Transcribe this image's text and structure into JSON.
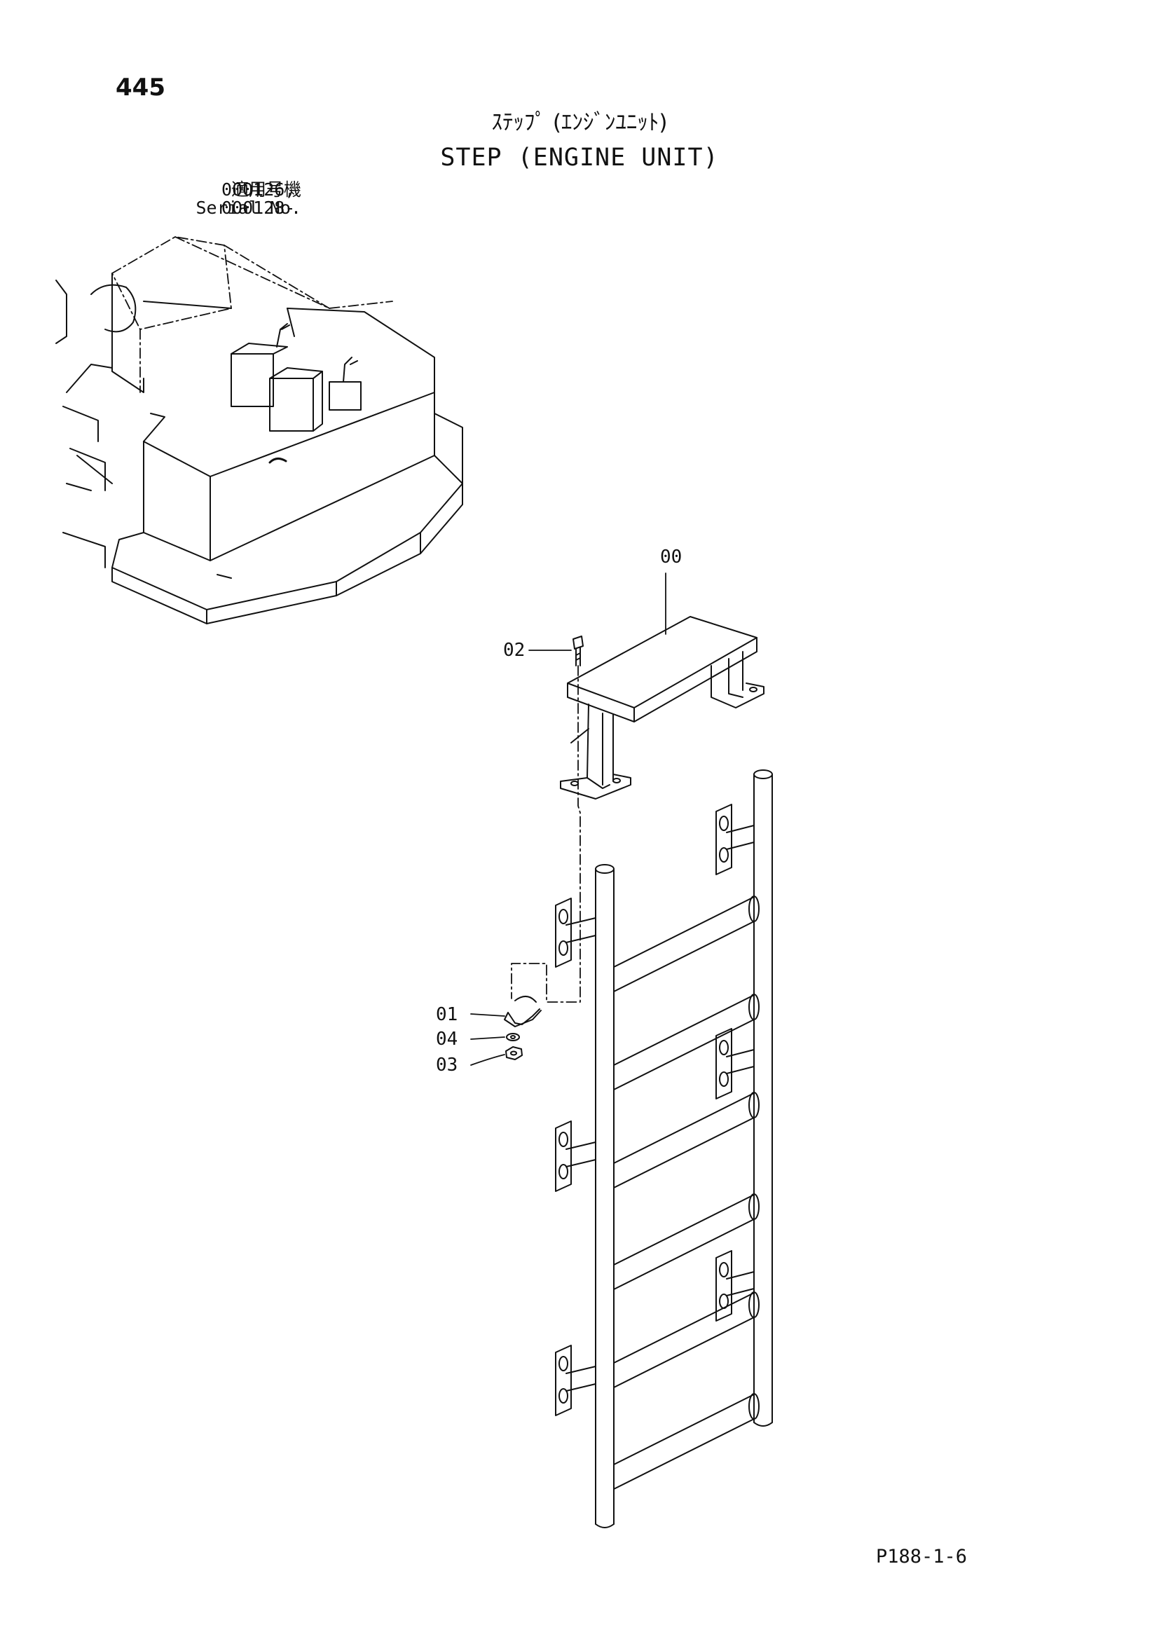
{
  "page_number": "445",
  "title_jp": "ｽﾃｯﾌﾟ (ｴﾝｼﾞﾝﾕﾆｯﾄ)",
  "title_en": "STEP (ENGINE UNIT)",
  "serial": {
    "label_jp": "適用号機",
    "label_en": "Serial No.",
    "values": [
      "000126,",
      "000128-"
    ]
  },
  "callouts": [
    "00",
    "02",
    "01",
    "04",
    "03"
  ],
  "doc_code": "P188-1-6",
  "icons": [
    "engine-unit-overview-illustration",
    "step-platform-illustration",
    "ladder-illustration",
    "bolt-icon",
    "clamp-icon",
    "washer-icon",
    "nut-icon"
  ]
}
